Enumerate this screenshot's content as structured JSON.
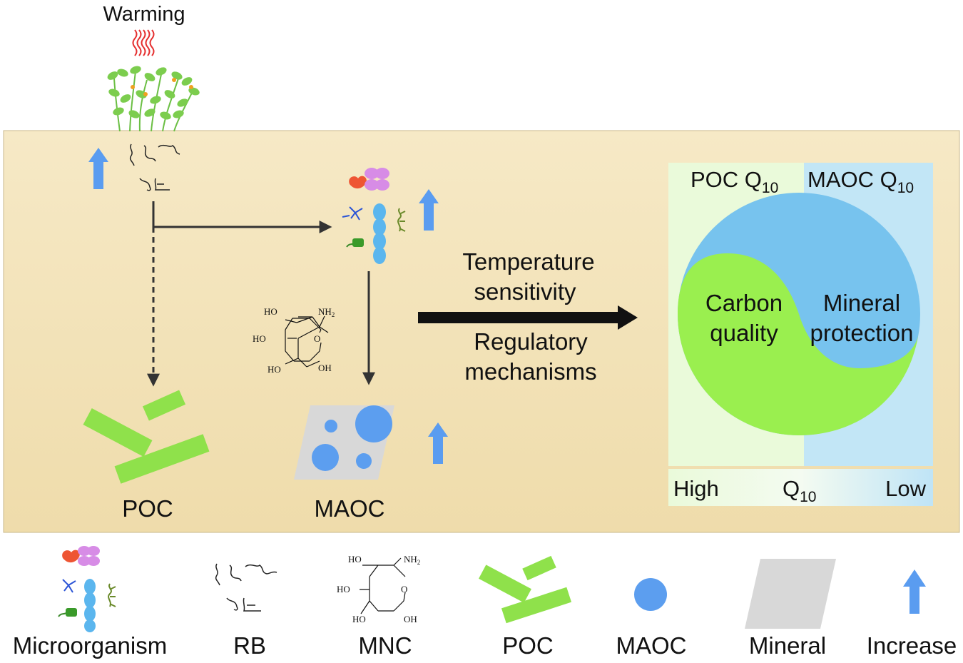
{
  "warming_label": "Warming",
  "labels": {
    "poc": "POC",
    "maoc": "MAOC"
  },
  "middle": {
    "line1": "Temperature",
    "line2": "sensitivity",
    "line3": "Regulatory",
    "line4": "mechanisms"
  },
  "panel": {
    "left_header_base": "POC Q",
    "left_header_sub": "10",
    "right_header_base": "MAOC Q",
    "right_header_sub": "10",
    "green_line1": "Carbon",
    "green_line2": "quality",
    "blue_line1": "Mineral",
    "blue_line2": "protection",
    "scale_high": "High",
    "scale_q_base": "Q",
    "scale_q_sub": "10",
    "scale_low": "Low"
  },
  "chem": {
    "ho1": "HO",
    "nh2_base": "NH",
    "nh2_sub": "2",
    "ho2": "HO",
    "o": "O",
    "ho3": "HO",
    "oh": "OH"
  },
  "legend": {
    "microorganism": "Microorganism",
    "rb": "RB",
    "mnc": "MNC",
    "poc": "POC",
    "maoc": "MAOC",
    "mineral": "Mineral",
    "increase": "Increase"
  },
  "colors": {
    "soil": "#f4e5bc",
    "poc_green": "#8fe14b",
    "maoc_blue": "#5c9eef",
    "arrow_blue": "#5a9cf0",
    "mineral_gray": "#d8d8d8",
    "panel_left_bg": "#eafada",
    "panel_right_bg": "#c2e6f6",
    "circle_blue": "#77c3ee",
    "circle_green": "#9aef4f",
    "warming_red": "#e53030",
    "plant_green": "#7ccd4e"
  }
}
